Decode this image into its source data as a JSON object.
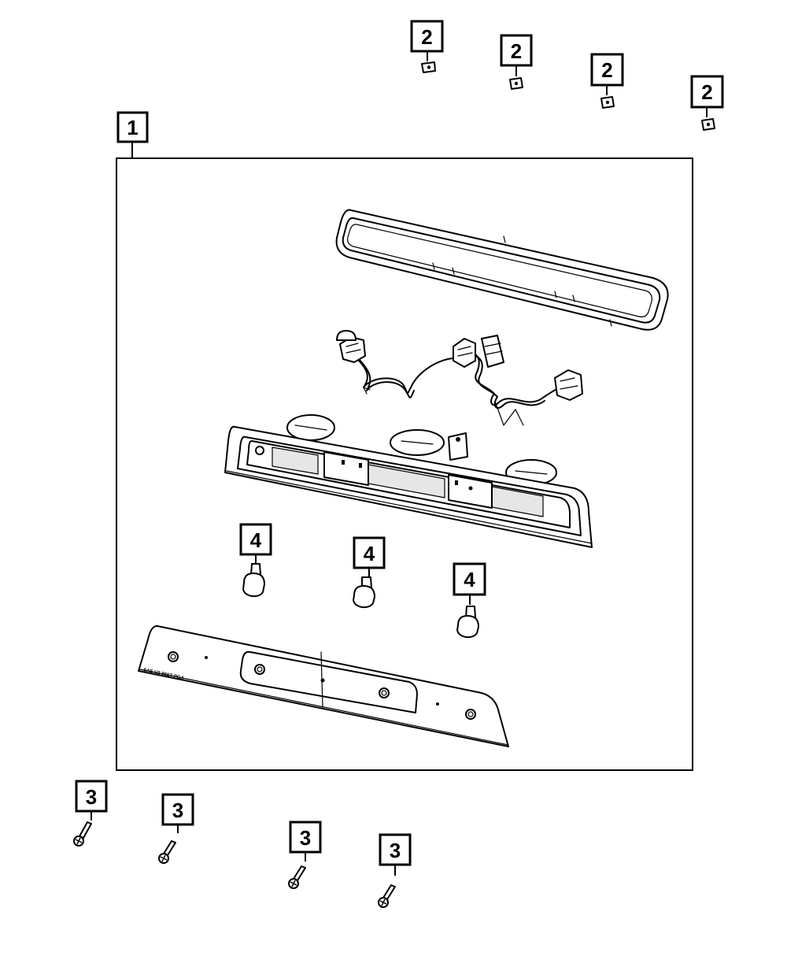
{
  "callouts": {
    "assembly": "1",
    "nut": "2",
    "screw": "3",
    "bulb": "4"
  },
  "lens_marking": "SAE U3 86ST PGA"
}
